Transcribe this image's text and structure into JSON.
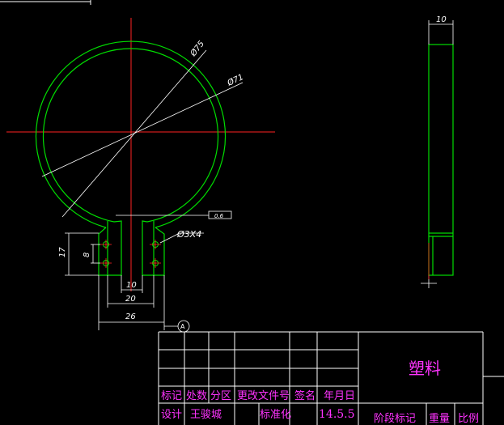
{
  "drawing": {
    "dims": {
      "outer_diameter": "Ø75",
      "inner_diameter": "Ø71",
      "thickness": "10",
      "holes": "Ø3X4",
      "tolerance_box": "0.6",
      "height": "17",
      "hole_spacing": "8",
      "slot_width": "10",
      "width_20": "20",
      "width_26": "26",
      "marker": "A"
    },
    "colors": {
      "background": "#000000",
      "part": "#00dd00",
      "center": "#ff2222",
      "dimension": "#ffffff",
      "frame": "#ffffff",
      "text": "#ff33ff"
    }
  },
  "title_block": {
    "material": "塑料",
    "row1": [
      "标记",
      "处数",
      "分区",
      "更改文件号",
      "签名",
      "年月日"
    ],
    "row2": [
      "设计",
      "王骏城",
      "标准化",
      "14.5.5"
    ],
    "row3": [
      "阶段标记",
      "重量",
      "比例"
    ]
  }
}
